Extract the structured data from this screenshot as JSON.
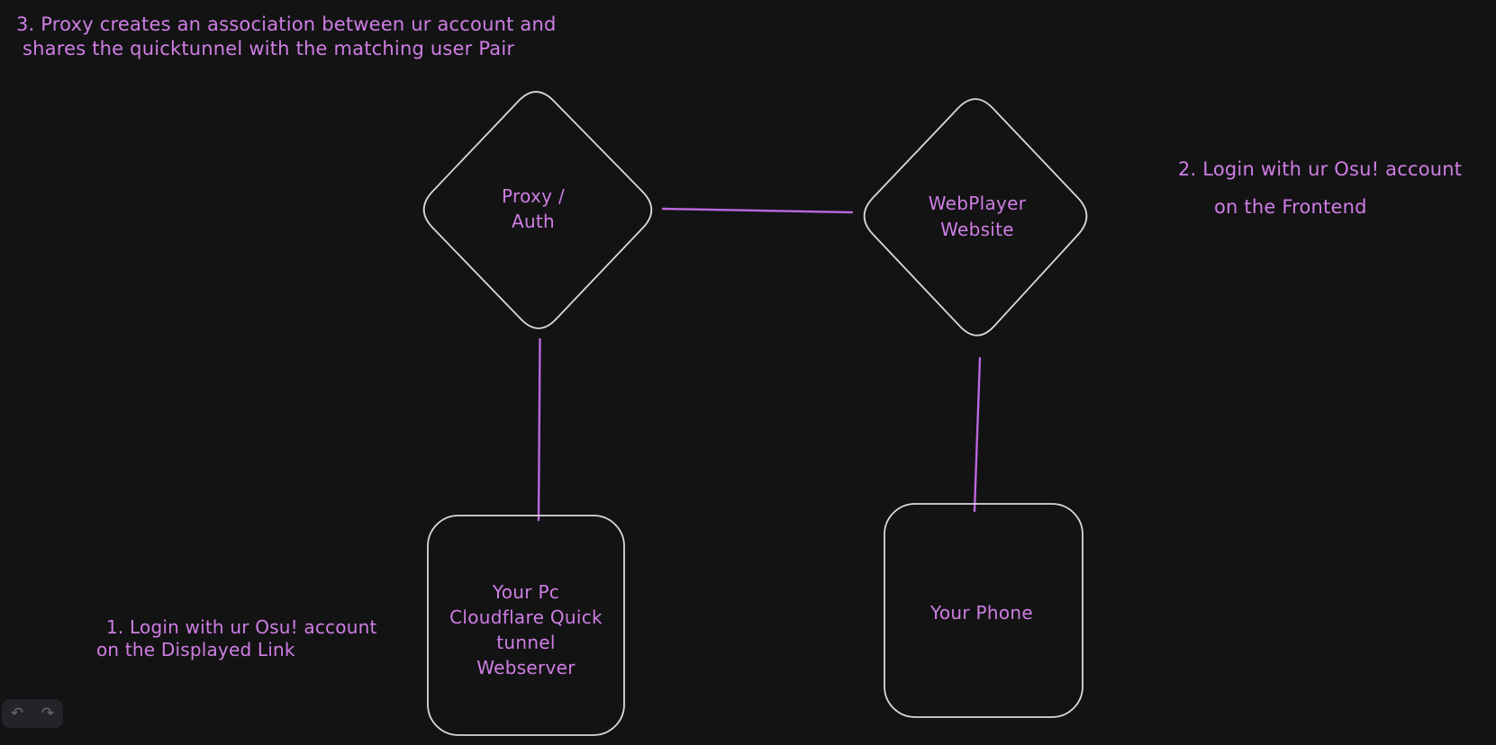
{
  "app": {
    "background": "#131314",
    "shape_stroke_color": "#d7dade",
    "accent_text_color": "#cf7ee4",
    "connector_color": "#bb67dd",
    "toolbar_bg": "#232329"
  },
  "notes": {
    "step3": {
      "lines": [
        "3. Proxy creates an association between ur account and",
        "shares the quicktunnel with the matching user Pair"
      ]
    },
    "step2": {
      "lines": [
        "2. Login with ur Osu! account",
        "on the Frontend"
      ]
    },
    "step1": {
      "lines": [
        "1. Login with ur Osu! account",
        "on the Displayed Link"
      ]
    }
  },
  "nodes": {
    "proxy_auth": {
      "shape": "diamond",
      "lines": [
        "Proxy /",
        "Auth"
      ]
    },
    "webplayer": {
      "shape": "diamond",
      "lines": [
        "WebPlayer",
        "Website"
      ]
    },
    "pc_webserver": {
      "shape": "rounded-rectangle",
      "lines": [
        "Your Pc",
        "Cloudflare Quick",
        "tunnel",
        "Webserver"
      ]
    },
    "phone": {
      "shape": "rounded-rectangle",
      "lines": [
        "Your Phone"
      ]
    }
  },
  "edges": [
    {
      "from": "proxy_auth",
      "to": "webplayer"
    },
    {
      "from": "proxy_auth",
      "to": "pc_webserver"
    },
    {
      "from": "webplayer",
      "to": "phone"
    }
  ],
  "toolbar": {
    "undo_glyph": "↶",
    "redo_glyph": "↷"
  }
}
